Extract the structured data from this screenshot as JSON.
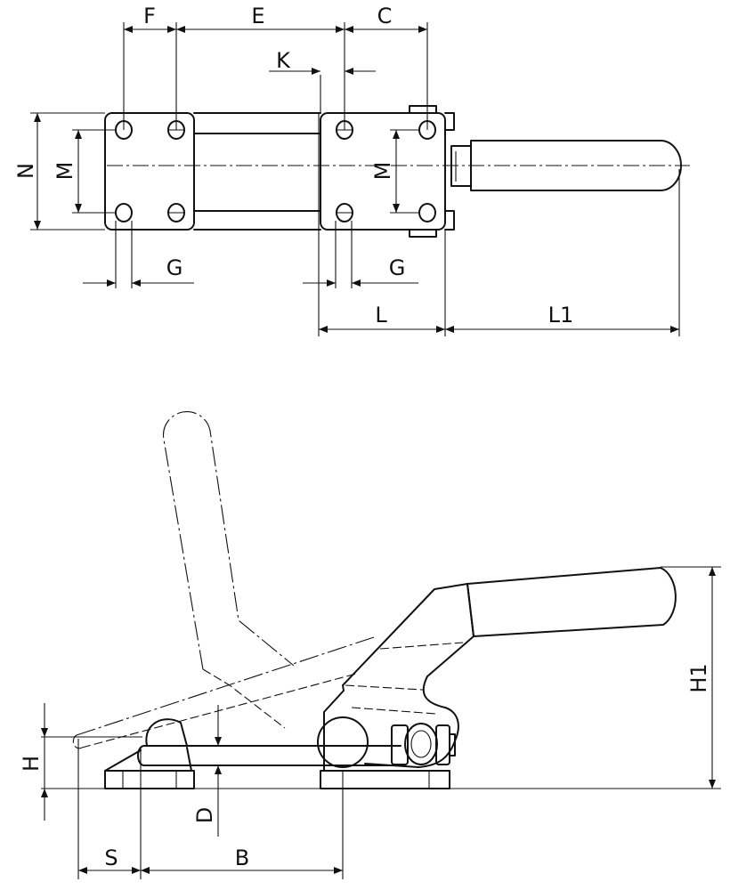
{
  "drawing": {
    "top_view": {
      "labels": {
        "F": "F",
        "E": "E",
        "C": "C",
        "K": "K",
        "N": "N",
        "M_left": "M",
        "M_right": "M",
        "G_left": "G",
        "G_right": "G",
        "L": "L",
        "L1": "L1"
      }
    },
    "side_view": {
      "labels": {
        "H": "H",
        "D": "D",
        "S": "S",
        "B": "B",
        "H1": "H1"
      }
    }
  },
  "colors": {
    "line": "#111111",
    "background": "#ffffff"
  }
}
